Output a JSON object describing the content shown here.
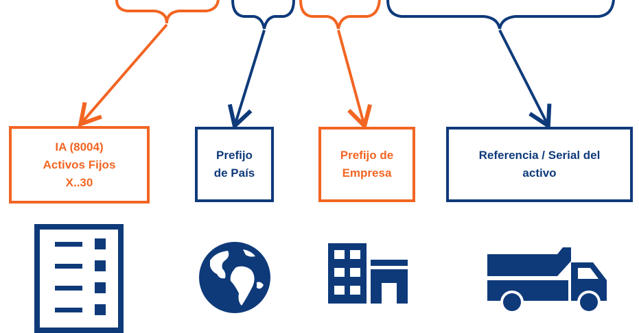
{
  "colors": {
    "orange": "#f26522",
    "navy": "#0e3a7a"
  },
  "boxes": {
    "ia": "IA (8004)\nActivos Fijos\nX..30",
    "pais": "Prefijo\nde País",
    "empresa": "Prefijo de\nEmpresa",
    "referencia": "Referencia / Serial del\nactivo"
  },
  "icons": {
    "ia": "checklist-icon",
    "pais": "globe-icon",
    "empresa": "building-icon",
    "referencia": "dump-truck-icon"
  }
}
